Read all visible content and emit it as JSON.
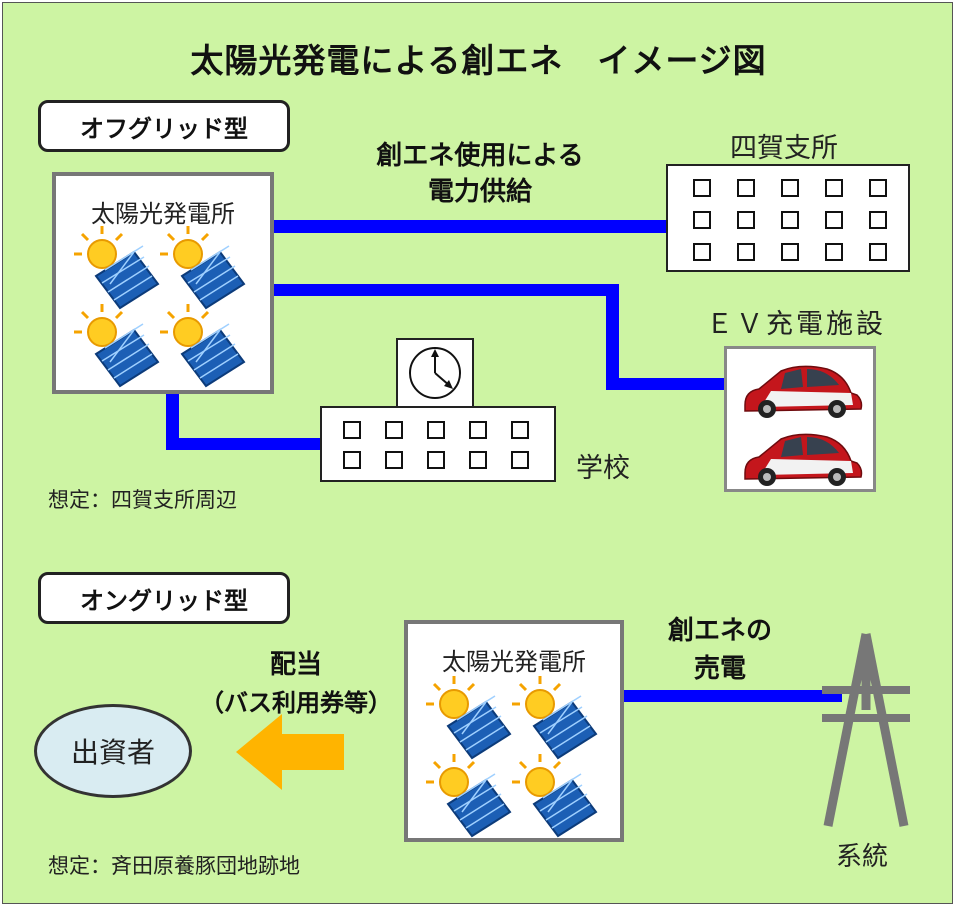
{
  "title": "太陽光発電による創エネ　イメージ図",
  "offgrid": {
    "tag": "オフグリッド型",
    "plant_label": "太陽光発電所",
    "supply_label_line1": "創エネ使用による",
    "supply_label_line2": "電力供給",
    "branch_label": "四賀支所",
    "ev_label": "ＥＶ充電施設",
    "school_label": "学校",
    "note": "想定：四賀支所周辺"
  },
  "ongrid": {
    "tag": "オングリッド型",
    "plant_label": "太陽光発電所",
    "dividend_line1": "配当",
    "dividend_line2": "（バス利用券等）",
    "investor_label": "出資者",
    "sell_line1": "創エネの",
    "sell_line2": "売電",
    "grid_label": "系統",
    "note": "想定：斉田原養豚団地跡地"
  },
  "colors": {
    "background": "#cdf4a3",
    "wire": "#0000ff",
    "arrow": "#ffb400",
    "investor_fill": "#d9ecf2",
    "car": "#c4161c"
  }
}
